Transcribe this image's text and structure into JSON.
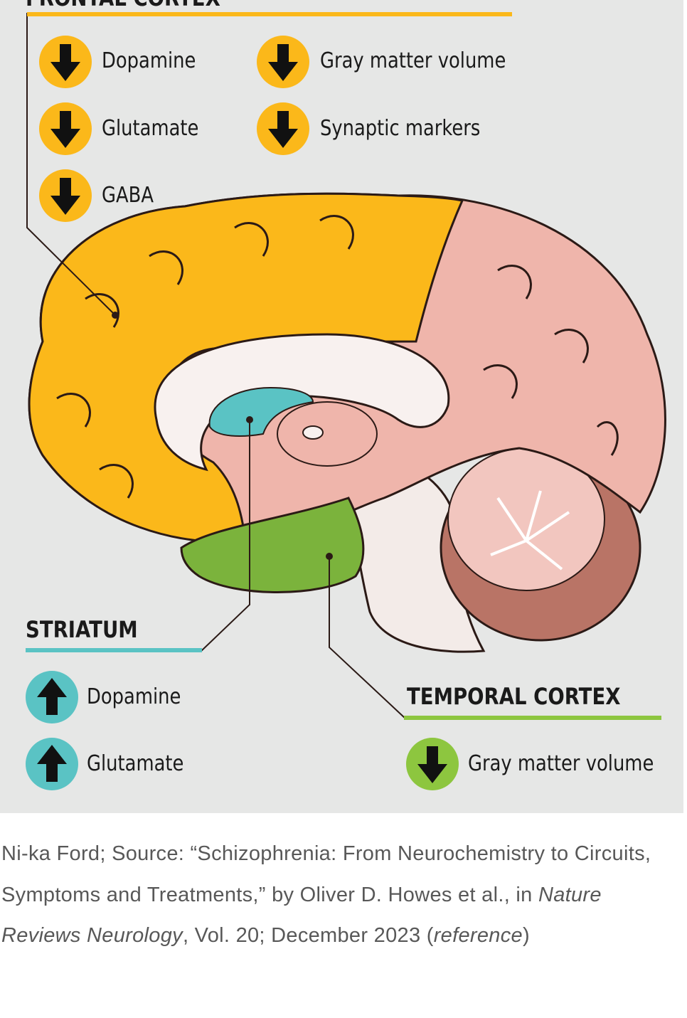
{
  "frontal_cortex": {
    "heading": "FRONTAL CORTEX",
    "color": "#fbb81a",
    "items": [
      {
        "label": "Dopamine",
        "direction": "down"
      },
      {
        "label": "Glutamate",
        "direction": "down"
      },
      {
        "label": "GABA",
        "direction": "down"
      },
      {
        "label": "Gray matter volume",
        "direction": "down"
      },
      {
        "label": "Synaptic markers",
        "direction": "down"
      }
    ]
  },
  "striatum": {
    "heading": "STRIATUM",
    "color": "#5ac3c4",
    "items": [
      {
        "label": "Dopamine",
        "direction": "up"
      },
      {
        "label": "Glutamate",
        "direction": "up"
      }
    ]
  },
  "temporal_cortex": {
    "heading": "TEMPORAL CORTEX",
    "color": "#8dc63f",
    "items": [
      {
        "label": "Gray matter volume",
        "direction": "down"
      }
    ]
  },
  "caption": {
    "credit": "Ni-ka Ford; Source: “Schizophrenia: From Neurochemistry to Circuits, Symptoms and Treatments,” by Oliver D. Howes et al., in ",
    "journal": "Nature Reviews Neurology",
    "details": ", Vol. 20; December 2023 (",
    "reference": "reference",
    "close": ")"
  }
}
